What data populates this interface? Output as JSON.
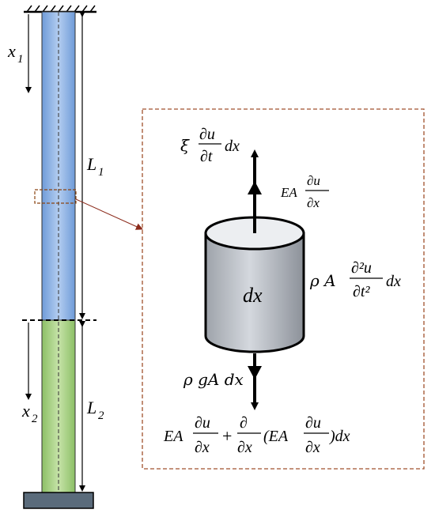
{
  "labels": {
    "x1": "x",
    "x1_sub": "1",
    "x2": "x",
    "x2_sub": "2",
    "L1": "L",
    "L1_sub": "1",
    "L2": "L",
    "L2_sub": "2",
    "element": "dx"
  },
  "forces": {
    "damping_coef": "ξ",
    "damping_num": "∂u",
    "damping_den": "∂t",
    "damping_tail": "dx",
    "axial_top_pre": "EA",
    "axial_top_num": "∂u",
    "axial_top_den": "∂x",
    "inertia_pre": "ρ A",
    "inertia_num": "∂²u",
    "inertia_den": "∂t²",
    "inertia_tail": "dx",
    "gravity": "ρ gA dx",
    "bottom_pre": "EA",
    "bottom_num1": "∂u",
    "bottom_den1": "∂x",
    "bottom_plus": "+",
    "bottom_num2": "∂",
    "bottom_den2": "∂x",
    "bottom_open": "(EA",
    "bottom_num3": "∂u",
    "bottom_den3": "∂x",
    "bottom_tail": ")dx"
  },
  "colors": {
    "upper_segment": "#8fb4e6",
    "lower_segment": "#a8cf86",
    "cylinder_body": "#b9bec6",
    "dashed_box": "#a0522d",
    "base": "#5a6b7b"
  }
}
